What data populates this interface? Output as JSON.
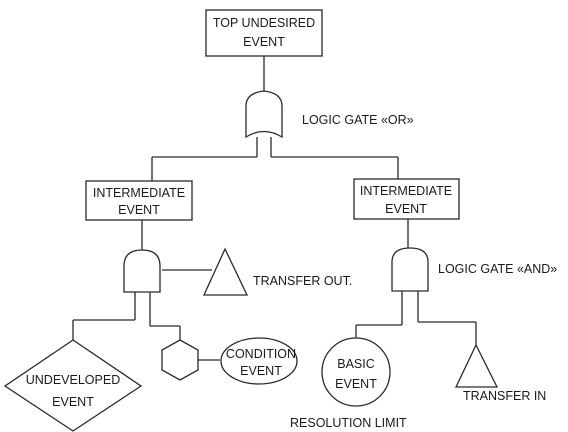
{
  "nodes": {
    "top_event": {
      "line1": "TOP UNDESIRED",
      "line2": "EVENT"
    },
    "intermediate_left": {
      "line1": "INTERMEDIATE",
      "line2": "EVENT"
    },
    "intermediate_right": {
      "line1": "INTERMEDIATE",
      "line2": "EVENT"
    },
    "undeveloped": {
      "line1": "UNDEVELOPED",
      "line2": "EVENT"
    },
    "condition": {
      "line1": "CONDITION",
      "line2": "EVENT"
    },
    "basic": {
      "line1": "BASIC",
      "line2": "EVENT"
    }
  },
  "labels": {
    "or_gate": "LOGIC GATE «OR»",
    "and_gate": "LOGIC GATE «AND»",
    "transfer_out": "TRANSFER OUT.",
    "transfer_in": "TRANSFER IN",
    "resolution_limit": "RESOLUTION LIMIT"
  }
}
